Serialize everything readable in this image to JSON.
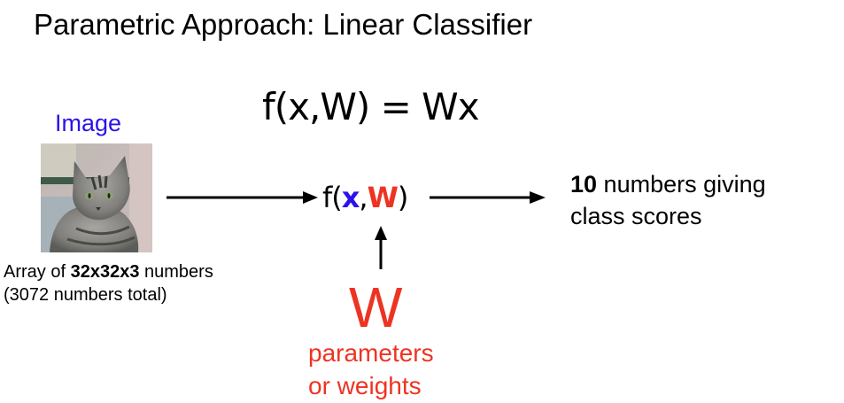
{
  "title": "Parametric Approach: Linear Classifier",
  "formula": "f(x,W) = Wx",
  "input": {
    "label": "Image",
    "array_prefix": "Array of ",
    "array_dims": "32x32x3",
    "array_suffix": " numbers",
    "array_total": "(3072 numbers total)"
  },
  "function": {
    "prefix": "f(",
    "x": "x",
    "comma": ",",
    "w": "W",
    "suffix": ")"
  },
  "output": {
    "count": "10",
    "line1_rest": " numbers giving",
    "line2": "class scores"
  },
  "weights": {
    "symbol": "W",
    "line1": "parameters",
    "line2": "or weights"
  },
  "colors": {
    "blue": "#2a12e8",
    "red": "#ee3322",
    "black": "#000000"
  }
}
